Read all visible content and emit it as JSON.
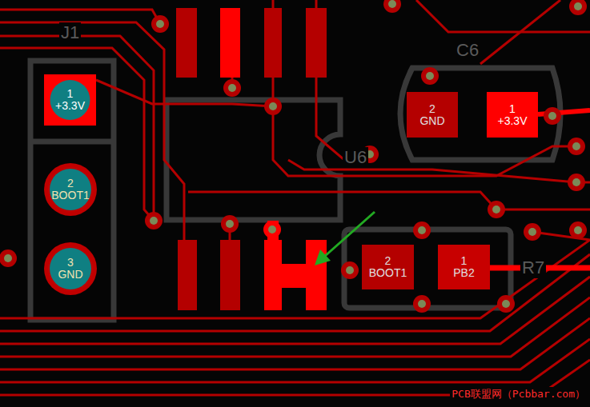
{
  "diagram": {
    "nodes": [
      {
        "text": [
          "1",
          "+3.3V"
        ]
      },
      {
        "text": [
          "2",
          "BOOT1"
        ]
      },
      {
        "text": [
          "3",
          "GND"
        ]
      },
      {
        "text": [
          "2",
          "GND"
        ]
      },
      {
        "text": [
          "1",
          "+3.3V"
        ]
      },
      {
        "text": [
          "2",
          "BOOT1"
        ]
      },
      {
        "text": [
          "1",
          "PB2"
        ]
      }
    ],
    "labels": [
      "J1",
      "C6",
      "U6",
      "R7",
      "PCB联盟网（Pcbbar.com）"
    ]
  }
}
